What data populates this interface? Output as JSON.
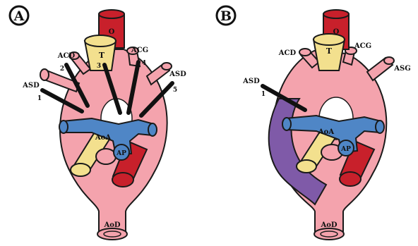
{
  "colors": {
    "aorta_pink": "#f4a3ad",
    "outline": "#1a1a1a",
    "esophagus_red": "#c8202b",
    "trachea_yellow": "#f3e08e",
    "pulmonary_blue": "#4f86c6",
    "collateral_purple": "#7f5aa8",
    "clamp_black": "#111111"
  },
  "panels": {
    "a": {
      "letter": "A",
      "labels": {
        "esophagus": "O",
        "trachea": "T",
        "acd": "ACD",
        "acg": "ACG",
        "asd_left": "ASD",
        "asd_right": "ASD",
        "aoa": "AoA",
        "ap": "AP",
        "aod": "AoD"
      },
      "clamp_numbers": [
        "1",
        "2",
        "3",
        "4",
        "5"
      ]
    },
    "b": {
      "letter": "B",
      "labels": {
        "esophagus": "O",
        "trachea": "T",
        "acd": "ACD",
        "acg": "ACG",
        "asg": "ASG",
        "asd": "ASD",
        "aoa": "AoA",
        "ap": "AP",
        "aod": "AoD"
      },
      "clamp_numbers": [
        "1"
      ]
    }
  }
}
